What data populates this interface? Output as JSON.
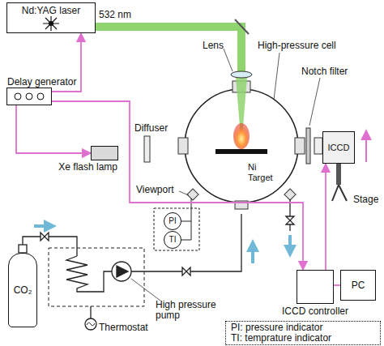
{
  "diagram": {
    "nodes": [
      {
        "text": [
          "Nd:YAG laser"
        ]
      },
      {
        "text": [
          "Delay generator"
        ]
      },
      {
        "text": [
          "Xe flash lamp"
        ]
      },
      {
        "text": [
          "ICCD"
        ]
      },
      {
        "text": [
          "PI"
        ]
      },
      {
        "text": [
          "TI"
        ]
      },
      {
        "text": [
          "CO₂"
        ]
      },
      {
        "text": [
          "ICCD controller"
        ]
      },
      {
        "text": [
          "PC"
        ]
      },
      {
        "text": [
          "PI: pressure indicator",
          "TI: temprature indicator"
        ]
      }
    ],
    "edges": [
      {
        "from": 1,
        "to": 0,
        "arrow": "to"
      },
      {
        "from": 1,
        "to": 2,
        "arrow": "to"
      },
      {
        "from": 1,
        "to": 7,
        "arrow": "to"
      },
      {
        "from": 7,
        "to": 3,
        "arrow": "to"
      },
      {
        "from": 7,
        "to": 8,
        "arrow": "none"
      }
    ],
    "labels": [
      "532 nm",
      "Lens",
      "High-pressure cell",
      "Notch filter",
      "Diffuser",
      "Viewport",
      "Ni Target",
      "Stage",
      "Thermostat",
      "High pressure pump"
    ]
  }
}
